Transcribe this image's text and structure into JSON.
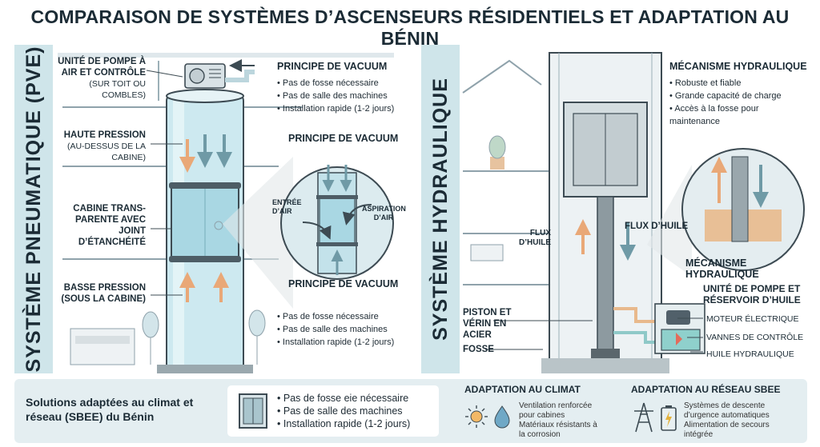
{
  "title": "COMPARAISON DE SYSTÈMES D’ASCENSEURS RÉSIDENTIELS ET ADAPTATION AU BÉNIN",
  "left": {
    "vertical_title": "SYSTÈME PNEUMATIQUE (PVE)",
    "pump_label": "UNITÉ DE POMPE À AIR ET CONTRÔLE",
    "pump_sub": "(SUR TOIT OU COMBLES)",
    "high_label": "HAUTE PRESSION",
    "high_sub": "(AU-DESSUS DE LA CABINE)",
    "cabin_label": "CABINE TRANS-PARENTE AVEC JOINT D’ÉTANCHÉITÉ",
    "low_label": "BASSE PRESSION (SOUS LA CABINE)",
    "principle1_title": "PRINCIPE DE VACUUM",
    "principle1_items": [
      "Pas de fosse nécessaire",
      "Pas de salle des machines",
      "Installation rapide (1-2 jours)"
    ],
    "principle2_title": "PRINCIPE DE VACUUM",
    "air_in": "ENTRÉE D’AIR",
    "air_out": "ASPIRATION D’AIR",
    "principle3_title": "PRINCIPE DE VACUUM",
    "principle3_items": [
      "Pas de fosse nécessaire",
      "Pas de salle des machines",
      "Installation rapide (1-2 jours)"
    ]
  },
  "right": {
    "vertical_title": "SYSTÈME HYDRAULIQUE",
    "mech_title": "MÉCANISME HYDRAULIQUE",
    "mech_items": [
      "Robuste et fiable",
      "Grande capacité de charge",
      "Accès à la fosse pour maintenance"
    ],
    "flux_left": "FLUX D’HUILE",
    "flux_right": "FLUX D’HUILE",
    "mech_title2": "MÉCANISME HYDRAULIQUE",
    "pump_title": "UNITÉ DE POMPE ET RÉSERVOIR D’HUILE",
    "motor": "MOTEUR ÉLECTRIQUE",
    "valves": "VANNES DE CONTRÔLE",
    "oil": "HUILE HYDRAULIQUE",
    "piston": "PISTON ET VÉRIN EN ACIER",
    "pit": "FOSSE"
  },
  "bottom": {
    "title": "Solutions adaptées au climat et réseau (SBEE) du Bénin",
    "card_items": [
      "Pas de fosse eie nécessaire",
      "Pas de salle des machines",
      "Installation rapide (1-2 jours)"
    ],
    "climate_title": "ADAPTATION AU CLIMAT",
    "climate_lines": [
      "Ventilation renforcée pour cabines",
      "Matériaux résistants à la corrosion"
    ],
    "grid_title": "ADAPTATION AU RÉSEAU SBEE",
    "grid_lines": [
      "Systèmes de descente d’urgence automatiques",
      "Alimentation de secours intégrée"
    ]
  },
  "colors": {
    "accent_teal": "#cfe5ea",
    "glass": "#bfe3ec",
    "orange_arrow": "#e9a877",
    "blue_arrow": "#6f9aa6",
    "oil": "#e8b98c"
  }
}
